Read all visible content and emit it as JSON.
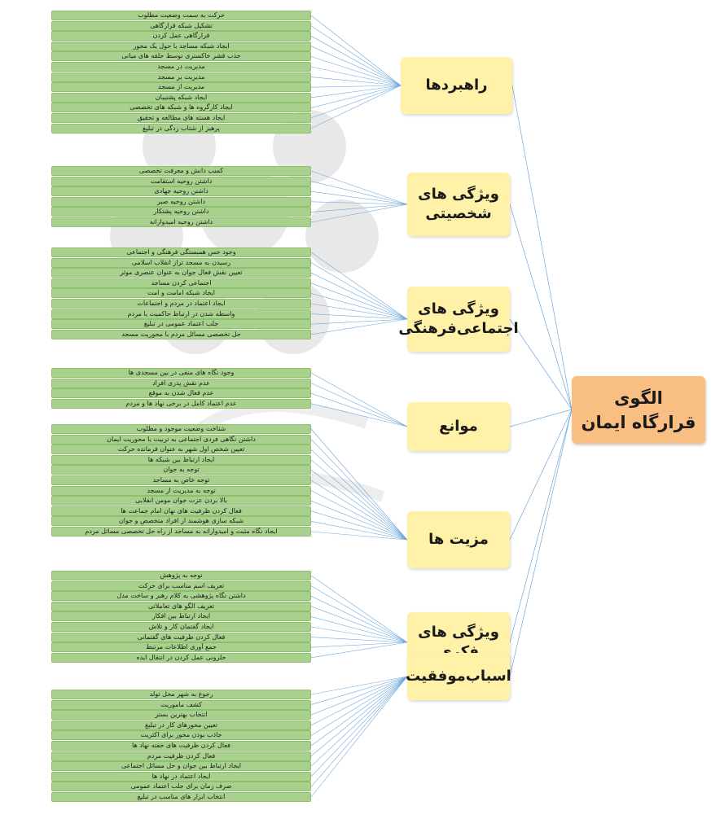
{
  "root": {
    "title": "الگوی\nقرارگاه ایمان",
    "color": "#f8be82"
  },
  "colors": {
    "leaf_fill": "#a9d18e",
    "category_fill": "#fff1a8",
    "connector": "#6fa8dc"
  },
  "categories": [
    {
      "label": "راهبردها",
      "items": [
        "حرکت به سمت وضعیت مطلوب",
        "تشکیل شبکه قرارگاهی",
        "قرارگاهی عمل کردن",
        "ایجاد شبکه مساجد با حول یک محور",
        "جذب قشر خاکستری توسط حلقه های میانی",
        "مدیریت در مسجد",
        "مدیریت بر مسجد",
        "مدیریت از مسجد",
        "ایجاد شبکه پشتیبان",
        "ایجاد کارگروه ها و شبکه های تخصصی",
        "ایجاد هسته های مطالعه و تحقیق",
        "پرهیز از شتاب زدگی در تبلیغ"
      ]
    },
    {
      "label": "ویژگی های\nشخصیتی",
      "items": [
        "کسب دانش و معرفت تخصصی",
        "داشتن روحیه استقامت",
        "داشتن روحیه جهادی",
        "داشتن روحیه صبر",
        "داشتن روحیه پشتکار",
        "داشتن روحیه امیدوارانه"
      ]
    },
    {
      "label": "ویژگی های\nاجتماعی‌فرهنگی",
      "items": [
        "وجود حس همبستگی فرهنگی و اجتماعی",
        "رسیدن به مسجد تراز انقلاب اسلامی",
        "تعیین نقش فعال جوان به عنوان عنصری موثر",
        "اجتماعی کردن مساجد",
        "ایجاد شبکه امامت و امت",
        "ایجاد اعتماد در مردم و اجتماعات",
        "واسطه شدن در ارتباط حاکمیت با مردم",
        "جلب اعتماد عمومی در تبلیغ",
        "حل تخصصی مسائل مردم با محوریت مسجد"
      ]
    },
    {
      "label": "موانع",
      "items": [
        "وجود نگاه های منفی در بین مسجدی ها",
        "عدم نقش پدری افراد",
        "عدم فعال شدن به موقع",
        "عدم اعتماد کامل در برخی نهاد ها و مردم"
      ]
    },
    {
      "label": "مزیت ها",
      "items": [
        "شناخت وضعیت موجود و مطلوب",
        "داشتن نگاهی فردی اجتماعی به تربیت با محوریت ایمان",
        "تعیین شخص اول شهر به عنوان فرمانده حرکت",
        "ایجاد ارتباط بین شبکه ها",
        "توجه به جوان",
        "توجه خاص به مساجد",
        "توجه به مدیریت از مسجد",
        "بالا بردن عزت جوان مومن انقلابی",
        "فعال کردن ظرفیت های نهان امام جماعت ها",
        "شبکه سازی هوشمند از افراد متخصص و جوان",
        "ایجاد نگاه مثبت و امیدوارانه به مساجد از راه حل تخصصی مسائل مردم"
      ]
    },
    {
      "label": "ویژگی های\nفکری",
      "items": [
        "توجه به پژوهش",
        "تعریف اسم مناسب برای حرکت",
        "داشتن نگاه پژوهشی به کلام رهبر و ساخت مدل",
        "تعریف الگو های تعاملاتی",
        "ایجاد ارتباط بین افکار",
        "ایجاد گفتمان کار و تلاش",
        "فعال کردن ظرفیت های گفتمانی",
        "جمع آوری اطلاعات مرتبط",
        "حلزونی عمل کردن در انتقال ایده"
      ]
    },
    {
      "label": "اسباب‌موفقیت",
      "items": [
        "رجوع به شهر محل تولد",
        "کشف ماموریت",
        "انتخاب بهترین بستر",
        "تعیین محورهای کار در تبلیغ",
        "جاذب بودن محور برای اکثریت",
        "فعال کردن ظرفیت های خفته نهاد ها",
        "فعال کردن ظرفیت مردم",
        "ایجاد ارتباط بین جوان و حل مسائل اجتماعی",
        "ایجاد اعتماد در نهاد ها",
        "صرف زمان برای جلب اعتماد عمومی",
        "انتخاب ابزار های مناسب در تبلیغ"
      ]
    }
  ]
}
